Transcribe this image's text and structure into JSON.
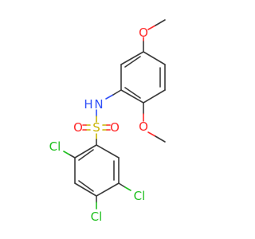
{
  "atoms": {
    "n": "N",
    "h": "H",
    "s": "S",
    "o": "O",
    "cl": "Cl"
  },
  "colors": {
    "bond": "#3a3a3a",
    "nitrogen": "#3050f8",
    "oxygen": "#ff2a2a",
    "sulfur": "#c8b400",
    "chlorine": "#20c020"
  }
}
